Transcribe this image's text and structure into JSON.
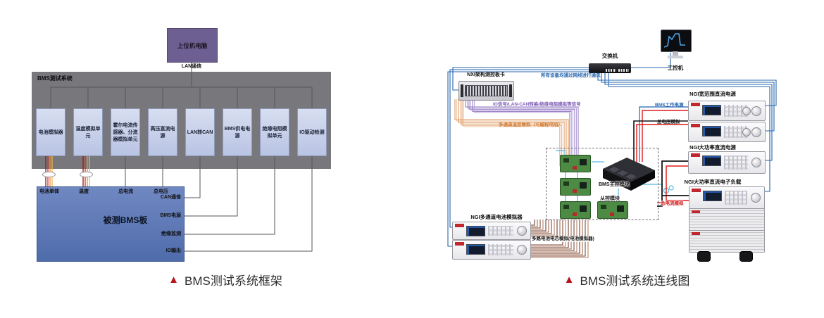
{
  "icons": {
    "caption_triangle": "▲"
  },
  "colors": {
    "caption_marker": "#b5121b",
    "host_box": "#6e5f92",
    "system_panel": "#78787c",
    "module_box": "#c6d0ea",
    "dut_box": "#5b79b5",
    "network_wire": "#2565ae",
    "io_bundle_wire": "#9a7fc8",
    "temp_bundle_wire": "#e0975f",
    "cell_bundle_wire": "#7b4636",
    "signal_wire": "#56b8e0",
    "power_positive_wire": "#e01b1b",
    "power_negative_wire": "#141414"
  },
  "left": {
    "caption": "BMS测试系统框架",
    "host_pc": "上位机电脑",
    "lan_link": "LAN通信",
    "system_title": "BMS测试系统",
    "modules": [
      "电池模拟器",
      "温度模拟单元",
      "霍尔电流传感器、分流器模拟单元",
      "高压直流电源",
      "LAN转CAN",
      "BMS供电电源",
      "绝缘电阻模拟单元",
      "IO驱动检测"
    ],
    "dut": {
      "title": "被测BMS板",
      "top_ports": [
        "电池单体",
        "温度",
        "总电流",
        "总电压"
      ],
      "right_ports": [
        "CAN通信",
        "BMS电源",
        "绝缘监测",
        "IO输出"
      ]
    }
  },
  "right": {
    "caption": "BMS测试系统连线图",
    "devices": {
      "switch": "交换机",
      "ipc": "工控机",
      "nxi_card": "NXI架构测控板卡",
      "wide_range_dc": "NGI宽范围直流电源",
      "high_power_dc": "NGI大功率直流电源",
      "dc_eload": "NGI大功率直流电子负载",
      "multi_channel_battery_sim": "NGI多通道电池模拟器",
      "bms_master": "BMS主控模块",
      "bms_slave": "从控模块"
    },
    "wires": {
      "network_note": "所有设备均通过网线进行通讯",
      "io_bundle": "IO信号/LAN-CAN转换/绝缘电阻模拟等信号",
      "temp_bundle": "多通道温度模拟（可编程电阻）",
      "bms_power": "BMS工作电源",
      "voltage_sim": "总电压模拟",
      "current_sim": "总电流模拟",
      "cell_sim": "多路电池电芯模拟(电池模拟器)"
    }
  }
}
